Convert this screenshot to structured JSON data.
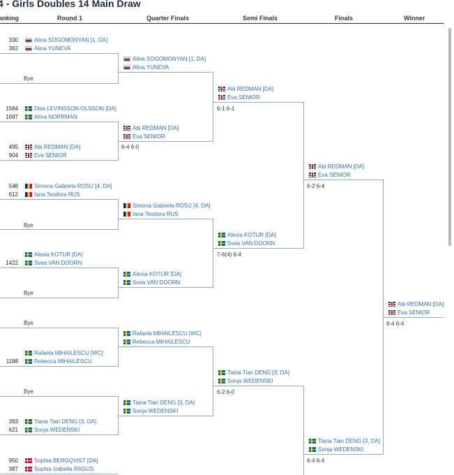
{
  "page": {
    "title": "4 - Girls Doubles 14 Main Draw"
  },
  "headers": [
    "anking",
    "Round 1",
    "Quarter Finals",
    "Semi Finals",
    "Finals",
    "Winner"
  ],
  "colors": {
    "link": "#2f6fb7",
    "line": "#9aa6b2",
    "text": "#222222"
  },
  "round1": {
    "m1": {
      "rank1": "330",
      "p1": "Alina SOGOMONYAN [1, DA]",
      "f1": "ru",
      "rank2": "362",
      "p2": "Alina YUNEVA",
      "f2": "ru"
    },
    "bye1": "Bye",
    "m3": {
      "rank1": "1584",
      "p1": "Disa LEVINSSON-OLSSON [DA]",
      "f1": "se",
      "rank2": "1697",
      "p2": "Alma NORRMAN",
      "f2": "se"
    },
    "m4": {
      "rank1": "495",
      "p1": "Abi REDMAN [DA]",
      "f1": "gb",
      "rank2": "904",
      "p2": "Eva SENIOR",
      "f2": "gb"
    },
    "m5": {
      "rank1": "548",
      "p1": "Simona Gabriela ROSU [4, DA]",
      "f1": "ro",
      "rank2": "612",
      "p2": "Iana Teodora RUS",
      "f2": "ro"
    },
    "bye2": "Bye",
    "m7": {
      "rank1": "",
      "p1": "Alexia KOTUR [DA]",
      "f1": "se",
      "rank2": "1422",
      "p2": "Svea VAN DOORN",
      "f2": "se"
    },
    "bye3": "Bye",
    "bye4": "Bye",
    "m10": {
      "rank1": "",
      "p1": "Rafaela MIHAILESCU [WC]",
      "f1": "se",
      "rank2": "1188",
      "p2": "Rebecca MIHAILESCU",
      "f2": "se"
    },
    "bye5": "Bye",
    "m12": {
      "rank1": "393",
      "p1": "Tiana Tian DENG [3, DA]",
      "f1": "se",
      "rank2": "621",
      "p2": "Sonja WEDENSKI",
      "f2": "se"
    },
    "m13": {
      "rank1": "950",
      "p1": "Sophia BERGQVIST [DA]",
      "f1": "dk",
      "rank2": "387",
      "p2": "Sophia Izabella RAGUS",
      "f2": "dk"
    }
  },
  "qf": {
    "q1": {
      "p1": "Alina SOGOMONYAN [1, DA]",
      "p2": "Alina YUNEVA"
    },
    "q2": {
      "p1": "Abi REDMAN [DA]",
      "p2": "Eva SENIOR",
      "score": "6-4  6-0"
    },
    "q3": {
      "p1": "Simona Gabriela ROSU [4, DA]",
      "p2": "Iana Teodora RUS"
    },
    "q4": {
      "p1": "Alexia KOTUR [DA]",
      "p2": "Svea VAN DOORN"
    },
    "q5": {
      "p1": "Rafaela MIHAILESCU [WC]",
      "p2": "Rebecca MIHAILESCU"
    },
    "q6": {
      "p1": "Tiana Tian DENG [3, DA]",
      "p2": "Sonja WEDENSKI"
    }
  },
  "sf": {
    "s1": {
      "p1": "Abi REDMAN [DA]",
      "p2": "Eva SENIOR",
      "score": "6-1  6-1"
    },
    "s2": {
      "p1": "Alexia KOTUR [DA]",
      "p2": "Svea VAN DOORN",
      "score": "7-6(4)  6-4"
    },
    "s3": {
      "p1": "Tiana Tian DENG [3, DA]",
      "p2": "Sonja WEDENSKI",
      "score": "6-2  6-0"
    }
  },
  "final": {
    "f1": {
      "p1": "Abi REDMAN [DA]",
      "p2": "Eva SENIOR",
      "score": "6-2  6-4"
    },
    "f2": {
      "p1": "Tiana Tian DENG [3, DA]",
      "p2": "Sonja WEDENSKI",
      "score": "6-4  6-4"
    }
  },
  "winner": {
    "p1": "Abi REDMAN [DA]",
    "p2": "Eva SENIOR",
    "score": "6-4  6-4"
  }
}
